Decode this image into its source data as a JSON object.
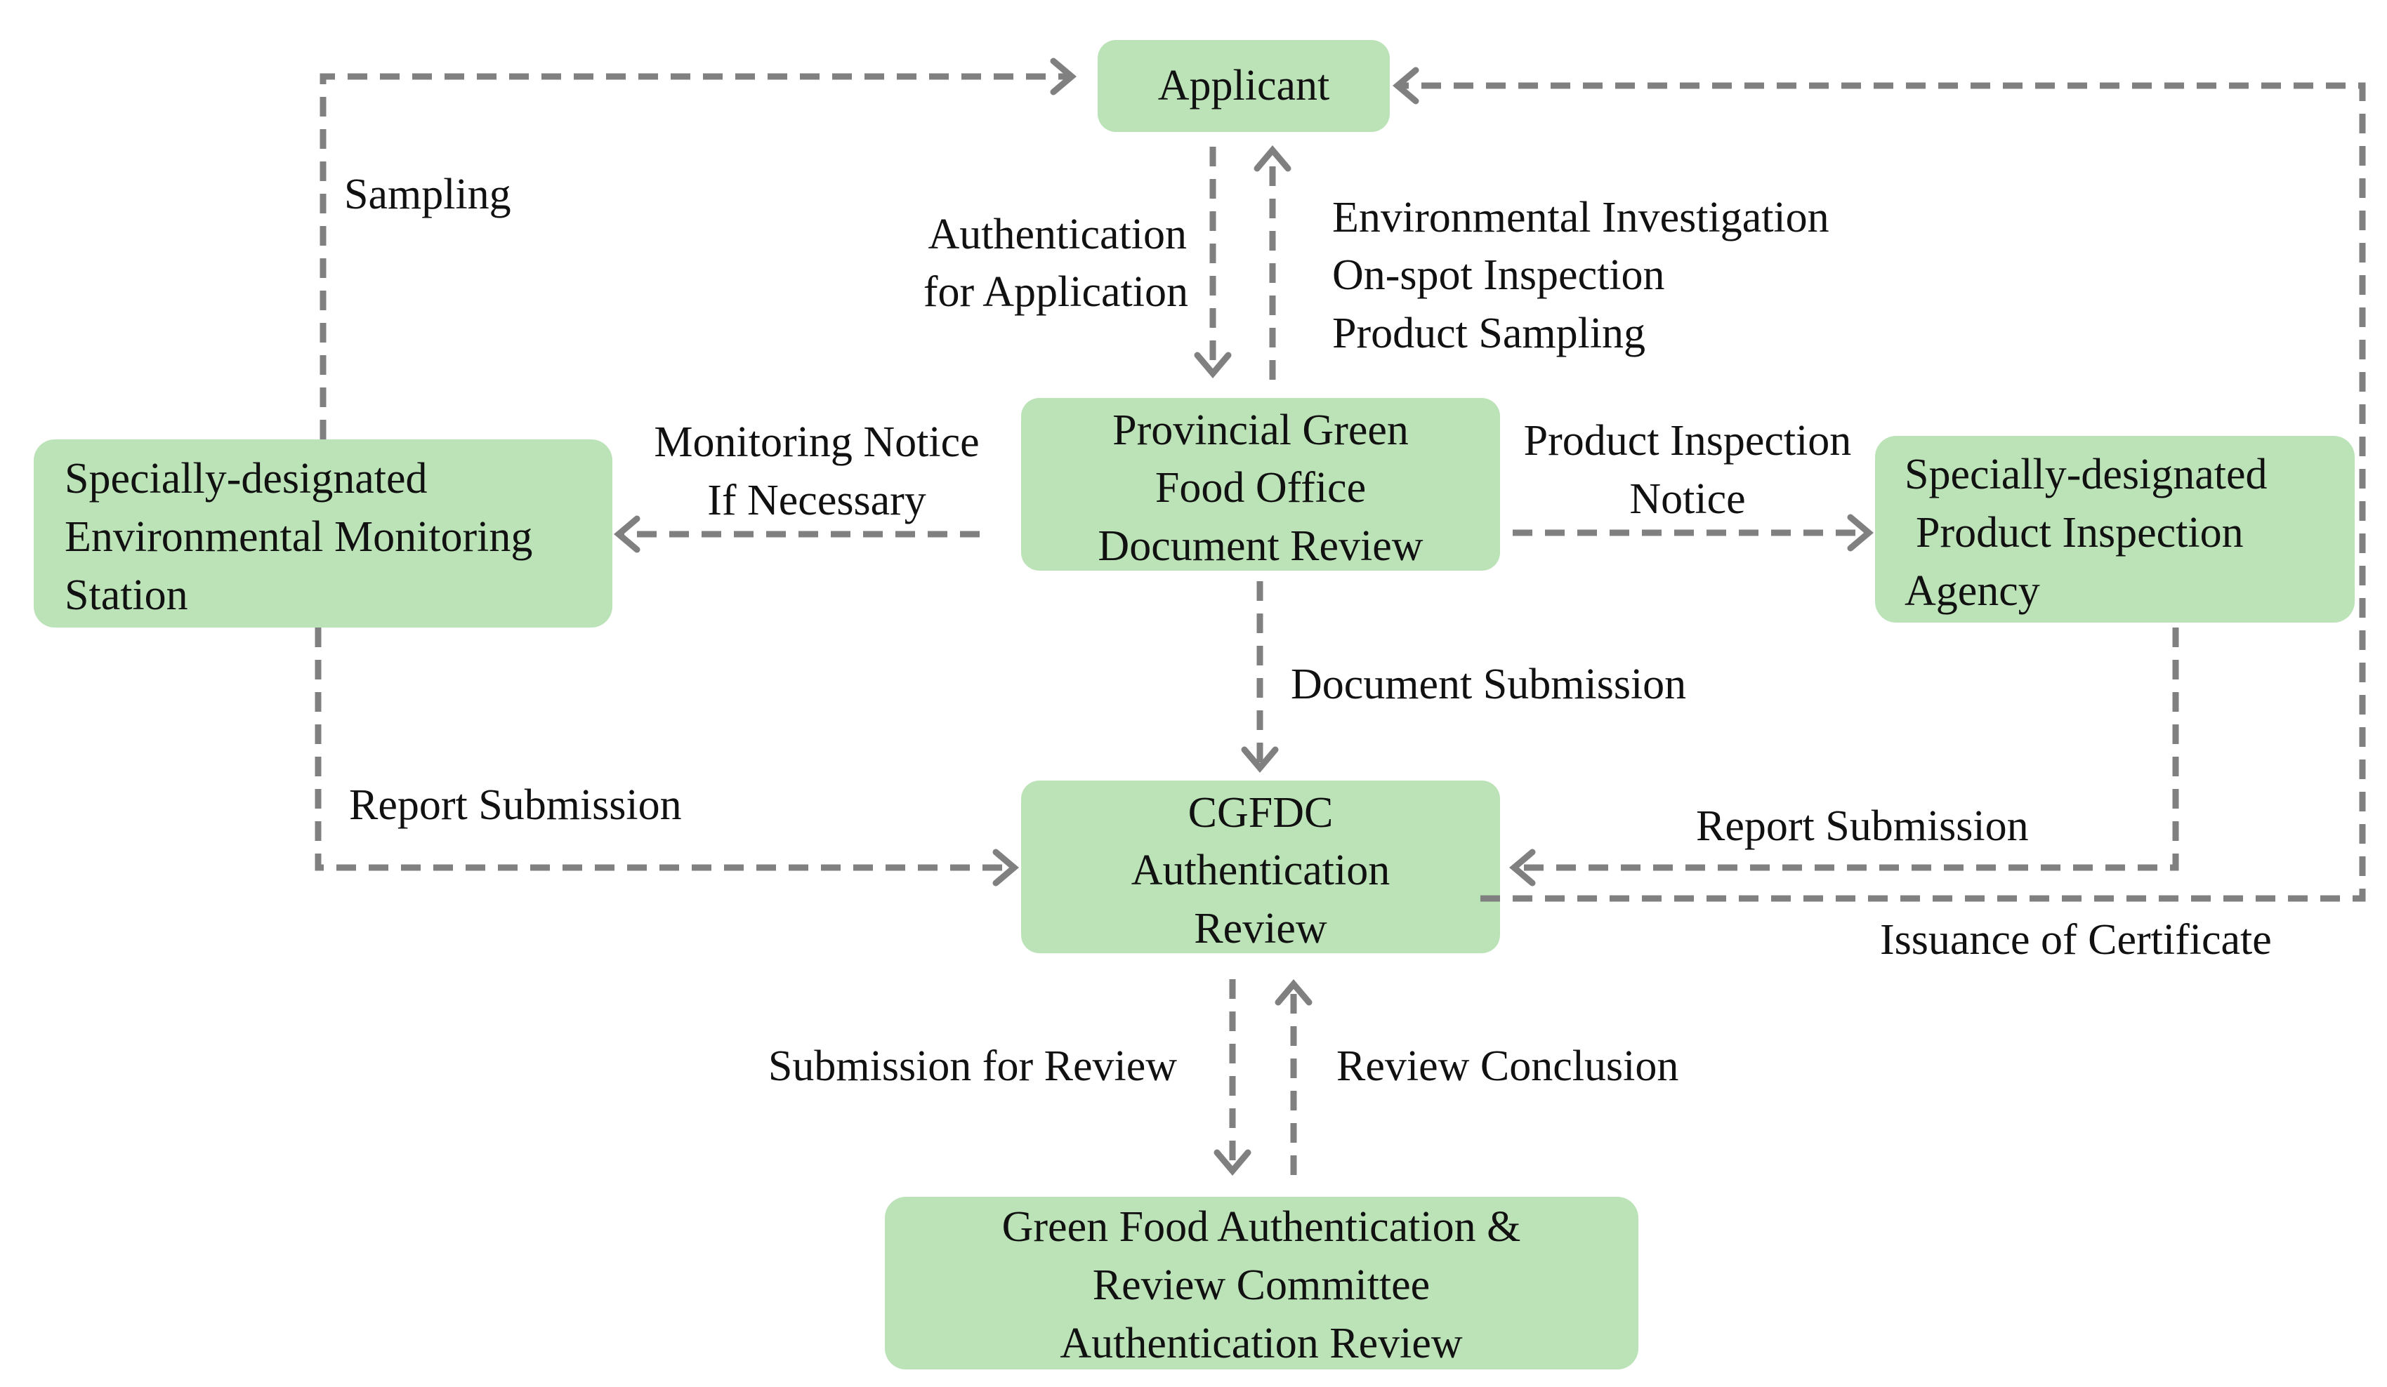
{
  "nodes": {
    "applicant": {
      "lines": [
        "Applicant"
      ]
    },
    "provincial_office": {
      "lines": [
        "Provincial Green",
        "Food Office",
        "Document Review"
      ]
    },
    "env_monitoring_station": {
      "lines": [
        "Specially-designated",
        "Environmental Monitoring",
        "Station"
      ]
    },
    "product_inspection_agency": {
      "lines": [
        "Specially-designated",
        "Product Inspection",
        "Agency"
      ]
    },
    "cgfdc": {
      "lines": [
        "CGFDC",
        "Authentication",
        "Review"
      ]
    },
    "review_committee": {
      "lines": [
        "Green Food Authentication &",
        "Review Committee",
        "Authentication Review"
      ]
    }
  },
  "edges": {
    "sampling": {
      "lines": [
        "Sampling"
      ]
    },
    "authentication_for_application": {
      "lines": [
        "Authentication",
        "for Application"
      ]
    },
    "investigation_inspection_sampling": {
      "lines": [
        "Environmental Investigation",
        "On-spot Inspection",
        "Product Sampling"
      ]
    },
    "monitoring_notice": {
      "lines": [
        "Monitoring Notice",
        "If Necessary"
      ]
    },
    "product_inspection_notice": {
      "lines": [
        "Product Inspection",
        "Notice"
      ]
    },
    "document_submission": {
      "lines": [
        "Document Submission"
      ]
    },
    "env_report_submission": {
      "lines": [
        "Report Submission"
      ]
    },
    "inspection_report_submission": {
      "lines": [
        "Report Submission"
      ]
    },
    "issuance_of_certificate": {
      "lines": [
        "Issuance of Certificate"
      ]
    },
    "submission_for_review": {
      "lines": [
        "Submission for Review"
      ]
    },
    "review_conclusion": {
      "lines": [
        "Review Conclusion"
      ]
    }
  },
  "colors": {
    "node_fill": "#bce3b7",
    "edge_stroke": "#808080",
    "text": "#111111",
    "background": "#ffffff"
  }
}
